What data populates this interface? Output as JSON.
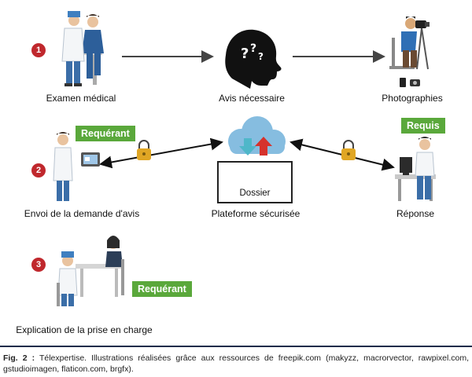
{
  "steps": {
    "s1": "1",
    "s2": "2",
    "s3": "3"
  },
  "labels": {
    "exam": "Examen médical",
    "avis": "Avis nécessaire",
    "photo": "Photographies",
    "envoi": "Envoi de la demande d'avis",
    "plateforme": "Plateforme sécurisée",
    "reponse": "Réponse",
    "explication": "Explication de la prise en charge",
    "dossier": "Dossier"
  },
  "tags": {
    "requerant1": "Requérant",
    "requis": "Requis",
    "requerant2": "Requérant"
  },
  "caption": {
    "prefix": "Fig. 2 :",
    "text": " Télexpertise. Illustrations réalisées grâce aux ressources de freepik.com (makyzz, macrorvector, rawpixel.com, gstudioimagen, flaticon.com, brgfx)."
  },
  "colors": {
    "step_badge": "#c0282d",
    "tag_bg": "#5aa83b",
    "rule": "#1a2b4a",
    "cloud": "#7fb6d9",
    "arrow_up": "#d6322c",
    "arrow_down": "#4fb7c9",
    "lock": "#e0a624"
  }
}
